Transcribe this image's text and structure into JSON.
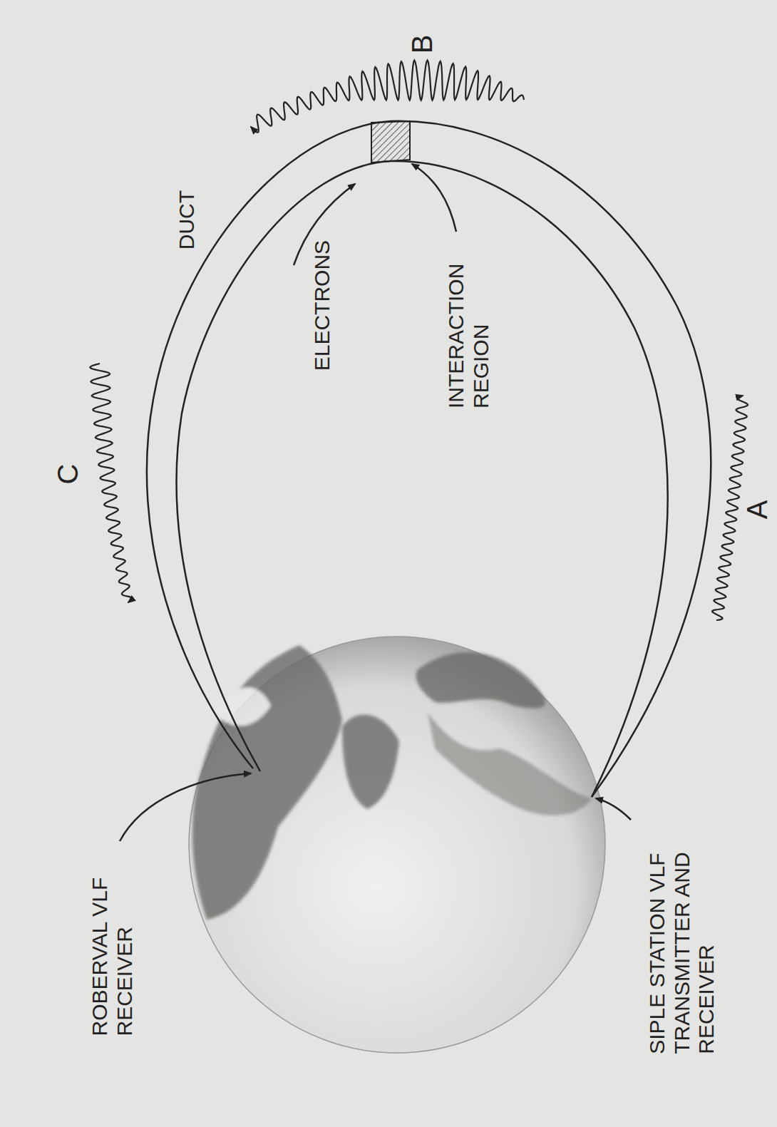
{
  "diagram": {
    "labels": [
      "C",
      "B",
      "DUCT",
      "ELECTRONS",
      "INTERACTION REGION",
      "ROBERVAL VLF RECEIVER",
      "SIPLE STATION VLF TRANSMITTER AND RECEIVER",
      "A"
    ]
  }
}
